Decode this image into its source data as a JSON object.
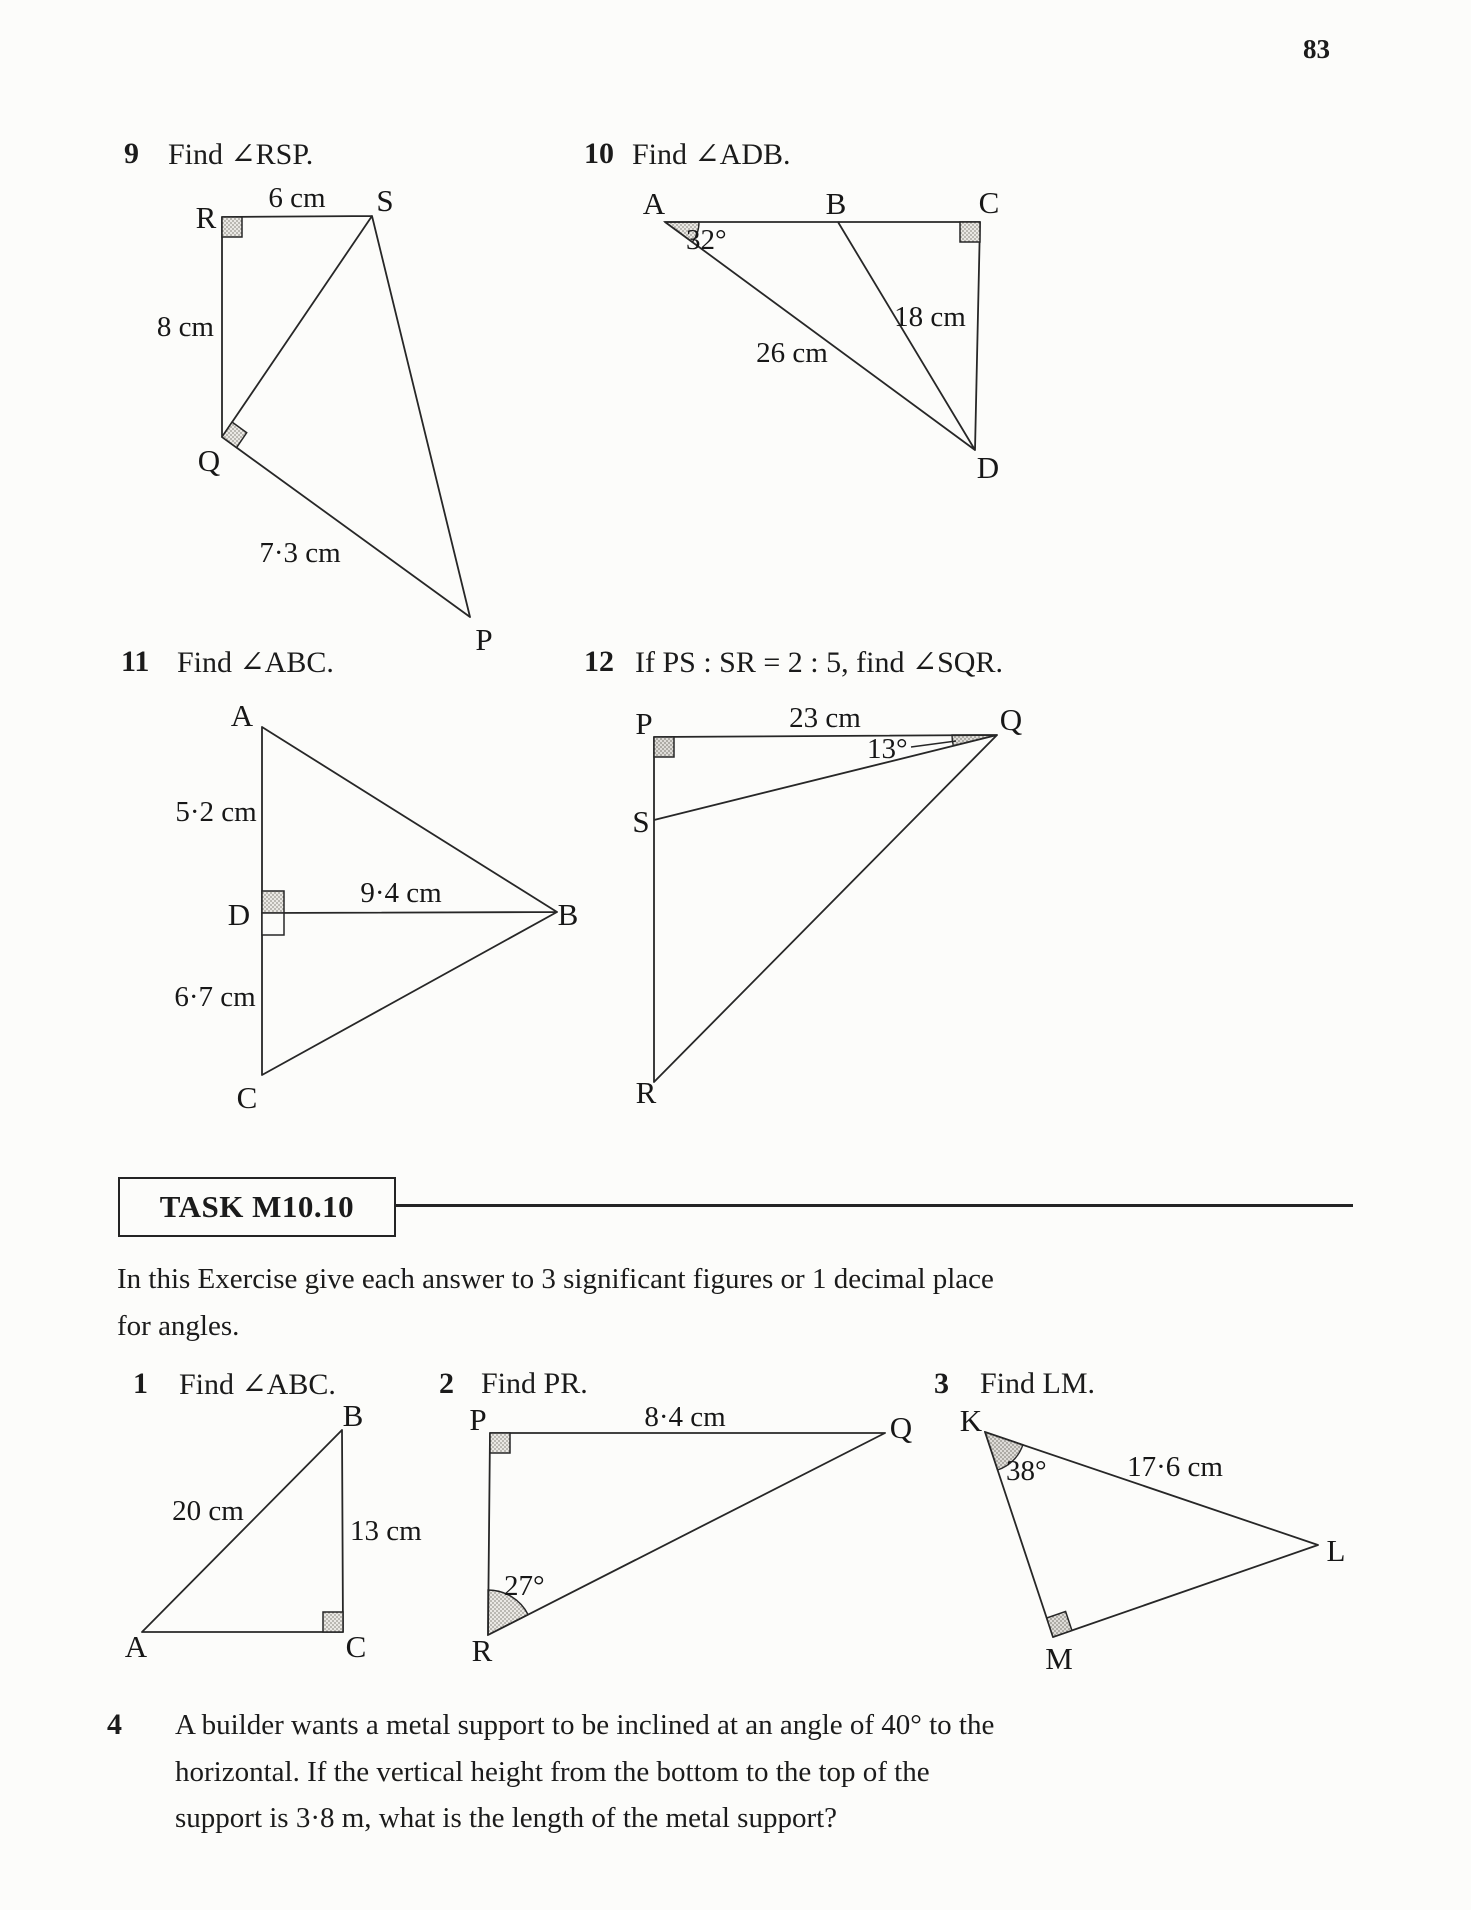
{
  "page": {
    "number": "83"
  },
  "problems": {
    "p9": {
      "num": "9",
      "prompt": "Find ∠RSP.",
      "labels": {
        "R": "R",
        "S": "S",
        "Q": "Q",
        "P": "P",
        "rs": "6 cm",
        "rq": "8 cm",
        "qp": "7·3 cm"
      }
    },
    "p10": {
      "num": "10",
      "prompt": "Find ∠ADB.",
      "labels": {
        "A": "A",
        "B": "B",
        "C": "C",
        "D": "D",
        "angleA": "32°",
        "bd": "18 cm",
        "ad": "26 cm"
      }
    },
    "p11": {
      "num": "11",
      "prompt": "Find ∠ABC.",
      "labels": {
        "A": "A",
        "D": "D",
        "B": "B",
        "C": "C",
        "ad": "5·2 cm",
        "db": "9·4 cm",
        "dc": "6·7 cm"
      }
    },
    "p12": {
      "num": "12",
      "prompt": "If PS : SR = 2 : 5, find ∠SQR.",
      "labels": {
        "P": "P",
        "Q": "Q",
        "S": "S",
        "R": "R",
        "pq": "23 cm",
        "angleQ": "13°"
      }
    }
  },
  "task": {
    "title": "TASK M10.10",
    "intro_line1": "In this Exercise give each answer to 3 significant figures or 1 decimal place",
    "intro_line2": "for angles.",
    "t1": {
      "num": "1",
      "prompt": "Find ∠ABC.",
      "labels": {
        "A": "A",
        "B": "B",
        "C": "C",
        "ab": "20 cm",
        "bc": "13 cm"
      }
    },
    "t2": {
      "num": "2",
      "prompt": "Find PR.",
      "labels": {
        "P": "P",
        "Q": "Q",
        "R": "R",
        "pq": "8·4 cm",
        "angleR": "27°"
      }
    },
    "t3": {
      "num": "3",
      "prompt": "Find LM.",
      "labels": {
        "K": "K",
        "L": "L",
        "M": "M",
        "kl": "17·6 cm",
        "angleK": "38°"
      }
    },
    "t4": {
      "num": "4",
      "line1": "A builder wants a metal support to be inclined at an angle of 40° to the",
      "line2": "horizontal. If the vertical height from the bottom to the top of the",
      "line3": "support is 3·8 m, what is the length of the metal support?"
    }
  }
}
